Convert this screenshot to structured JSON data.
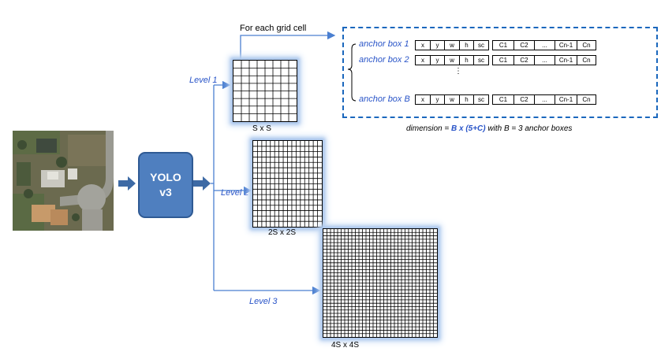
{
  "yolo": {
    "line1": "YOLO",
    "line2": "v3"
  },
  "levels": [
    "Level 1",
    "Level 2",
    "Level 3"
  ],
  "grid_captions": [
    "S x S",
    "2S x 2S",
    "4S x 4S"
  ],
  "grid_divisions": [
    8,
    16,
    32
  ],
  "for_each_label": "For each grid cell",
  "anchor_boxes": [
    {
      "label": "anchor box 1"
    },
    {
      "label": "anchor box 2"
    },
    {
      "label": "anchor box B"
    }
  ],
  "box_fields": [
    "x",
    "y",
    "w",
    "h",
    "sc"
  ],
  "class_fields": [
    "C1",
    "C2",
    "...",
    "Cn-1",
    "Cn"
  ],
  "ellipsis_vertical": "⋮",
  "dimension": {
    "prefix": "dimension = ",
    "formula": "B x (5+C)",
    "suffix": " with B = 3 anchor boxes"
  },
  "colors": {
    "accent": "#2a55c8",
    "arrow": "#4a7fd1",
    "block_arrow": "#3d6aa5",
    "yolo_fill": "#4f7fbf",
    "panel_border": "#1a67bd"
  }
}
